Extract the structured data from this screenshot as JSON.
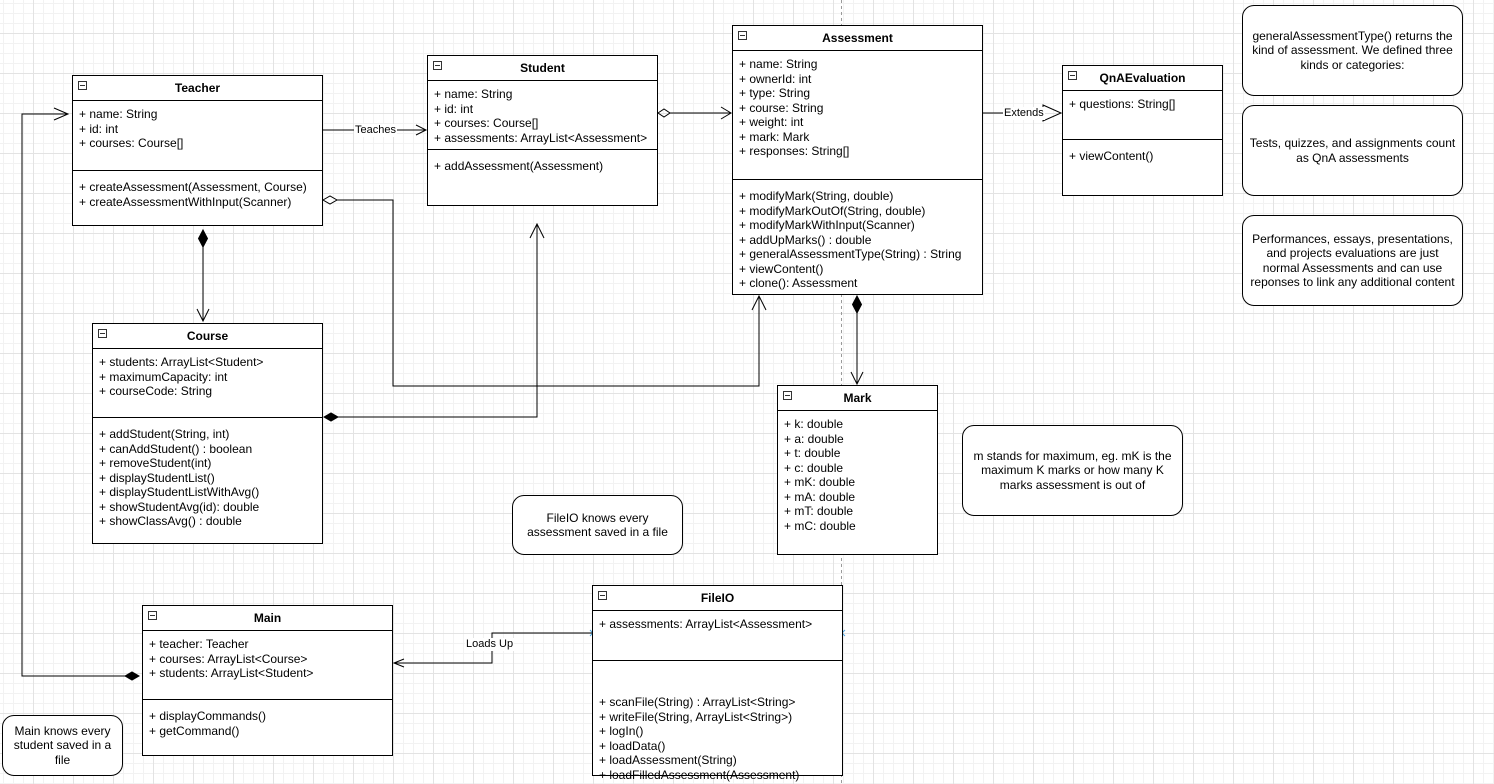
{
  "classes": {
    "teacher": {
      "name": "Teacher",
      "attributes": [
        "+ name: String",
        "+ id: int",
        "+ courses: Course[]"
      ],
      "methods": [
        "+ createAssessment(Assessment, Course)",
        "+ createAssessmentWithInput(Scanner)"
      ]
    },
    "student": {
      "name": "Student",
      "attributes": [
        "+ name: String",
        "+ id: int",
        "+ courses: Course[]",
        "+ assessments: ArrayList<Assessment>"
      ],
      "methods": [
        "+ addAssessment(Assessment)"
      ]
    },
    "assessment": {
      "name": "Assessment",
      "attributes": [
        "+ name: String",
        "+ ownerId: int",
        "+ type: String",
        "+ course: String",
        "+ weight: int",
        "+ mark: Mark",
        "+ responses: String[]"
      ],
      "methods": [
        "+ modifyMark(String, double)",
        "+ modifyMarkOutOf(String, double)",
        "+ modifyMarkWithInput(Scanner)",
        "+ addUpMarks() : double",
        "+ generalAssessmentType(String) : String",
        "+ viewContent()",
        "+ clone(): Assessment"
      ]
    },
    "qna": {
      "name": "QnAEvaluation",
      "attributes": [
        "+ questions: String[]"
      ],
      "methods": [
        "+ viewContent()"
      ]
    },
    "course": {
      "name": "Course",
      "attributes": [
        "+ students: ArrayList<Student>",
        "+ maximumCapacity: int",
        "+ courseCode: String"
      ],
      "methods": [
        "+ addStudent(String, int)",
        "+ canAddStudent() : boolean",
        "+ removeStudent(int)",
        "+ displayStudentList()",
        "+ displayStudentListWithAvg()",
        "+ showStudentAvg(id): double",
        "+ showClassAvg() : double"
      ]
    },
    "mark": {
      "name": "Mark",
      "attributes": [
        "+ k: double",
        "+ a: double",
        "+ t: double",
        "+ c: double",
        "+ mK: double",
        "+ mA: double",
        "+ mT: double",
        "+ mC: double"
      ],
      "methods": []
    },
    "fileio": {
      "name": "FileIO",
      "attributes": [
        "+ assessments: ArrayList<Assessment>"
      ],
      "methods": [
        "+ scanFile(String) : ArrayList<String>",
        "+ writeFile(String, ArrayList<String>)",
        "+ logIn()",
        "+ loadData()",
        "+ loadAssessment(String)",
        "+ loadFilledAssessment(Assessment)"
      ]
    },
    "main": {
      "name": "Main",
      "attributes": [
        "+ teacher: Teacher",
        "+ courses: ArrayList<Course>",
        "+ students: ArrayList<Student>"
      ],
      "methods": [
        "+ displayCommands()",
        "+ getCommand()"
      ]
    }
  },
  "notes": {
    "general_type": "generalAssessmentType() returns the kind of assessment. We defined three kinds or categories:",
    "qna_types": "Tests, quizzes, and assignments count as QnA assessments",
    "normal_types": "Performances, essays, presentations, and projects evaluations are just normal Assessments and can use reponses to link any additional content",
    "max_marks": "m stands for maximum, eg. mK is the maximum K marks or how many K marks assessment is out of",
    "fileio_knows": "FileIO knows every assessment saved in a file",
    "main_knows": "Main knows every student saved in a file"
  },
  "edge_labels": {
    "teaches": "Teaches",
    "extends": "Extends",
    "loads_up": "Loads Up"
  }
}
